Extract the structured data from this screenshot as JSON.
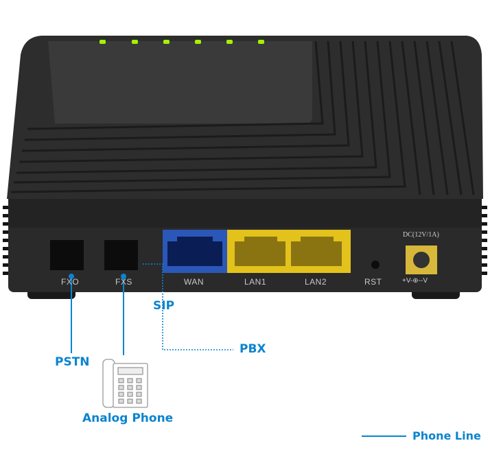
{
  "device": {
    "ports": [
      {
        "label": "FXO",
        "type": "rj11"
      },
      {
        "label": "FXS",
        "type": "rj11"
      },
      {
        "label": "WAN",
        "type": "rj45",
        "color": "#2b58b8"
      },
      {
        "label": "LAN1",
        "type": "rj45",
        "color": "#e3c21c"
      },
      {
        "label": "LAN2",
        "type": "rj45",
        "color": "#e3c21c"
      },
      {
        "label": "RST",
        "type": "reset"
      }
    ],
    "power_label": "DC(12V/1A)",
    "polarity_label": "+V-⊕--V",
    "led_color": "#a8f000",
    "body_color": "#2a2a2b"
  },
  "annotations": {
    "sip": "SIP",
    "pbx": "PBX",
    "pstn": "PSTN",
    "analog_phone": "Analog Phone",
    "accent": "#0a84d0"
  },
  "legend": {
    "phone_line": "Phone Line"
  }
}
